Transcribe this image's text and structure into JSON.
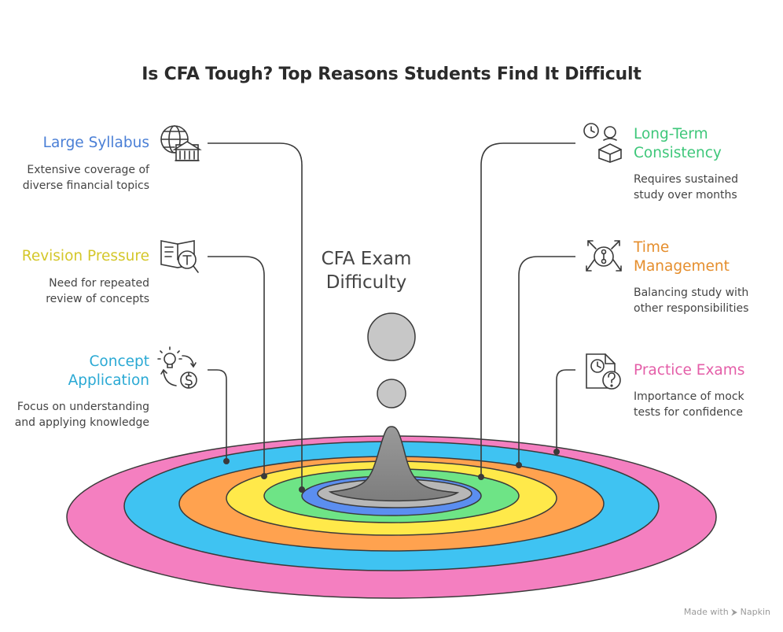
{
  "title": "Is CFA Tough? Top Reasons Students Find It Difficult",
  "center": {
    "line1": "CFA Exam",
    "line2": "Difficulty"
  },
  "items": [
    {
      "title": "Large Syllabus",
      "title2": "",
      "desc1": "Extensive coverage of",
      "desc2": "diverse financial topics",
      "color": "#4a7fd6",
      "icon": "globe-bank-icon"
    },
    {
      "title": "Revision Pressure",
      "title2": "",
      "desc1": "Need for repeated",
      "desc2": "review of concepts",
      "color": "#d4c72a",
      "icon": "book-search-icon"
    },
    {
      "title": "Concept",
      "title2": "Application",
      "desc1": "Focus on understanding",
      "desc2": "and applying knowledge",
      "color": "#2aa9d4",
      "icon": "idea-money-cycle-icon"
    },
    {
      "title": "Long-Term",
      "title2": "Consistency",
      "desc1": "Requires sustained",
      "desc2": "study over months",
      "color": "#3ec77a",
      "icon": "clock-person-icon"
    },
    {
      "title": "Time",
      "title2": "Management",
      "desc1": "Balancing study with",
      "desc2": "other responsibilities",
      "color": "#e58e2d",
      "icon": "arrows-clock-icon"
    },
    {
      "title": "Practice Exams",
      "title2": "",
      "desc1": "Importance of mock",
      "desc2": "tests for confidence",
      "color": "#e45ea8",
      "icon": "exam-clock-question-icon"
    }
  ],
  "rings": [
    "#f47fc0",
    "#3fc3f2",
    "#ffa24f",
    "#ffe94a",
    "#6ee486",
    "#5b8ef0",
    "#b7b7b7"
  ],
  "footer": "Made with ⮞ Napkin"
}
